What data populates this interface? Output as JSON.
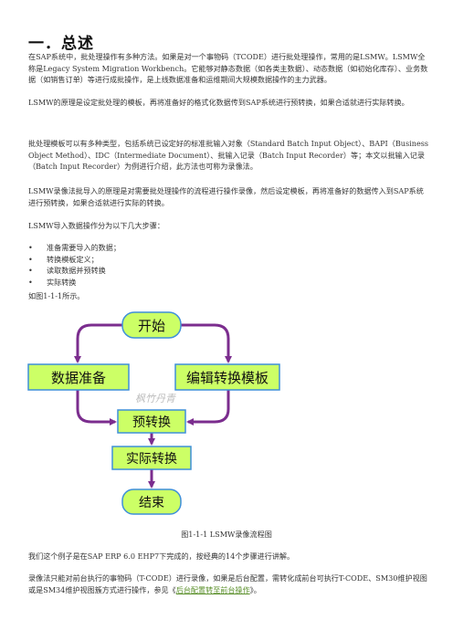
{
  "heading": "一．总述",
  "paragraphs": {
    "p1": "在SAP系统中，批处理操作有多种方法。如果是对一个事物码（TCODE）进行批处理操作，常用的是LSMW。LSMW全称是Legacy System Migration Workbench。它能够对静态数据（如各类主数据）、动态数据（如初始化库存）、业务数据（如销售订单）等进行成批操作，是上线数据准备和运维期间大规模数据操作的主力武器。",
    "p2": "LSMW的原理是设定批处理的模板，再将准备好的格式化数据传到SAP系统进行预转换，如果合适就进行实际转换。",
    "p3": "批处理模板可以有多种类型，包括系统已设定好的标准批输入对象（Standard Batch Input Object）、BAPI（Business Object Method）、IDC（Intermediate Document）、批输入记录（Batch Input Recorder）等；本文以批输入记录（Batch Input Recorder）为例进行介绍，此方法也可称为录像法。",
    "p4": "LSMW录像法批导入的原理是对需要批处理操作的流程进行操作录像，然后设定模板，再将准备好的数据传入到SAP系统进行预转换，如果合适就进行实际的转换。",
    "p5": "LSMW导入数据操作分为以下几大步骤：",
    "p6": "如图1‐1‐1所示。",
    "p7": "我们这个例子是在SAP ERP 6.0 EHP7下完成的，按经典的14个步骤进行讲解。",
    "p8_before": "录像法只能对前台执行的事物码（T-CODE）进行录像，如果是后台配置，需转化成前台可执行T-CODE、SM30维护视图或是SM34维护视图簇方式进行操作，参见《",
    "p8_link": "后台配置转至前台操作",
    "p8_after": "》。"
  },
  "bullets": [
    "准备需要导入的数据；",
    "转换模板定义；",
    "读取数据并预转换",
    "实际转换"
  ],
  "bullet_symbol": "•",
  "flowchart": {
    "start": "开始",
    "prepare": "数据准备",
    "edit_template": "编辑转换模板",
    "pre_convert": "预转换",
    "actual_convert": "实际转换",
    "end": "结束",
    "watermark": "枫竹丹青"
  },
  "caption": "图1‐1‐1 LSMW录像流程图",
  "colors": {
    "arrow": "#7b2d8e",
    "box_fill": "#ccff66",
    "box_border": "#3e8fd9",
    "link": "#5a8f2a"
  }
}
